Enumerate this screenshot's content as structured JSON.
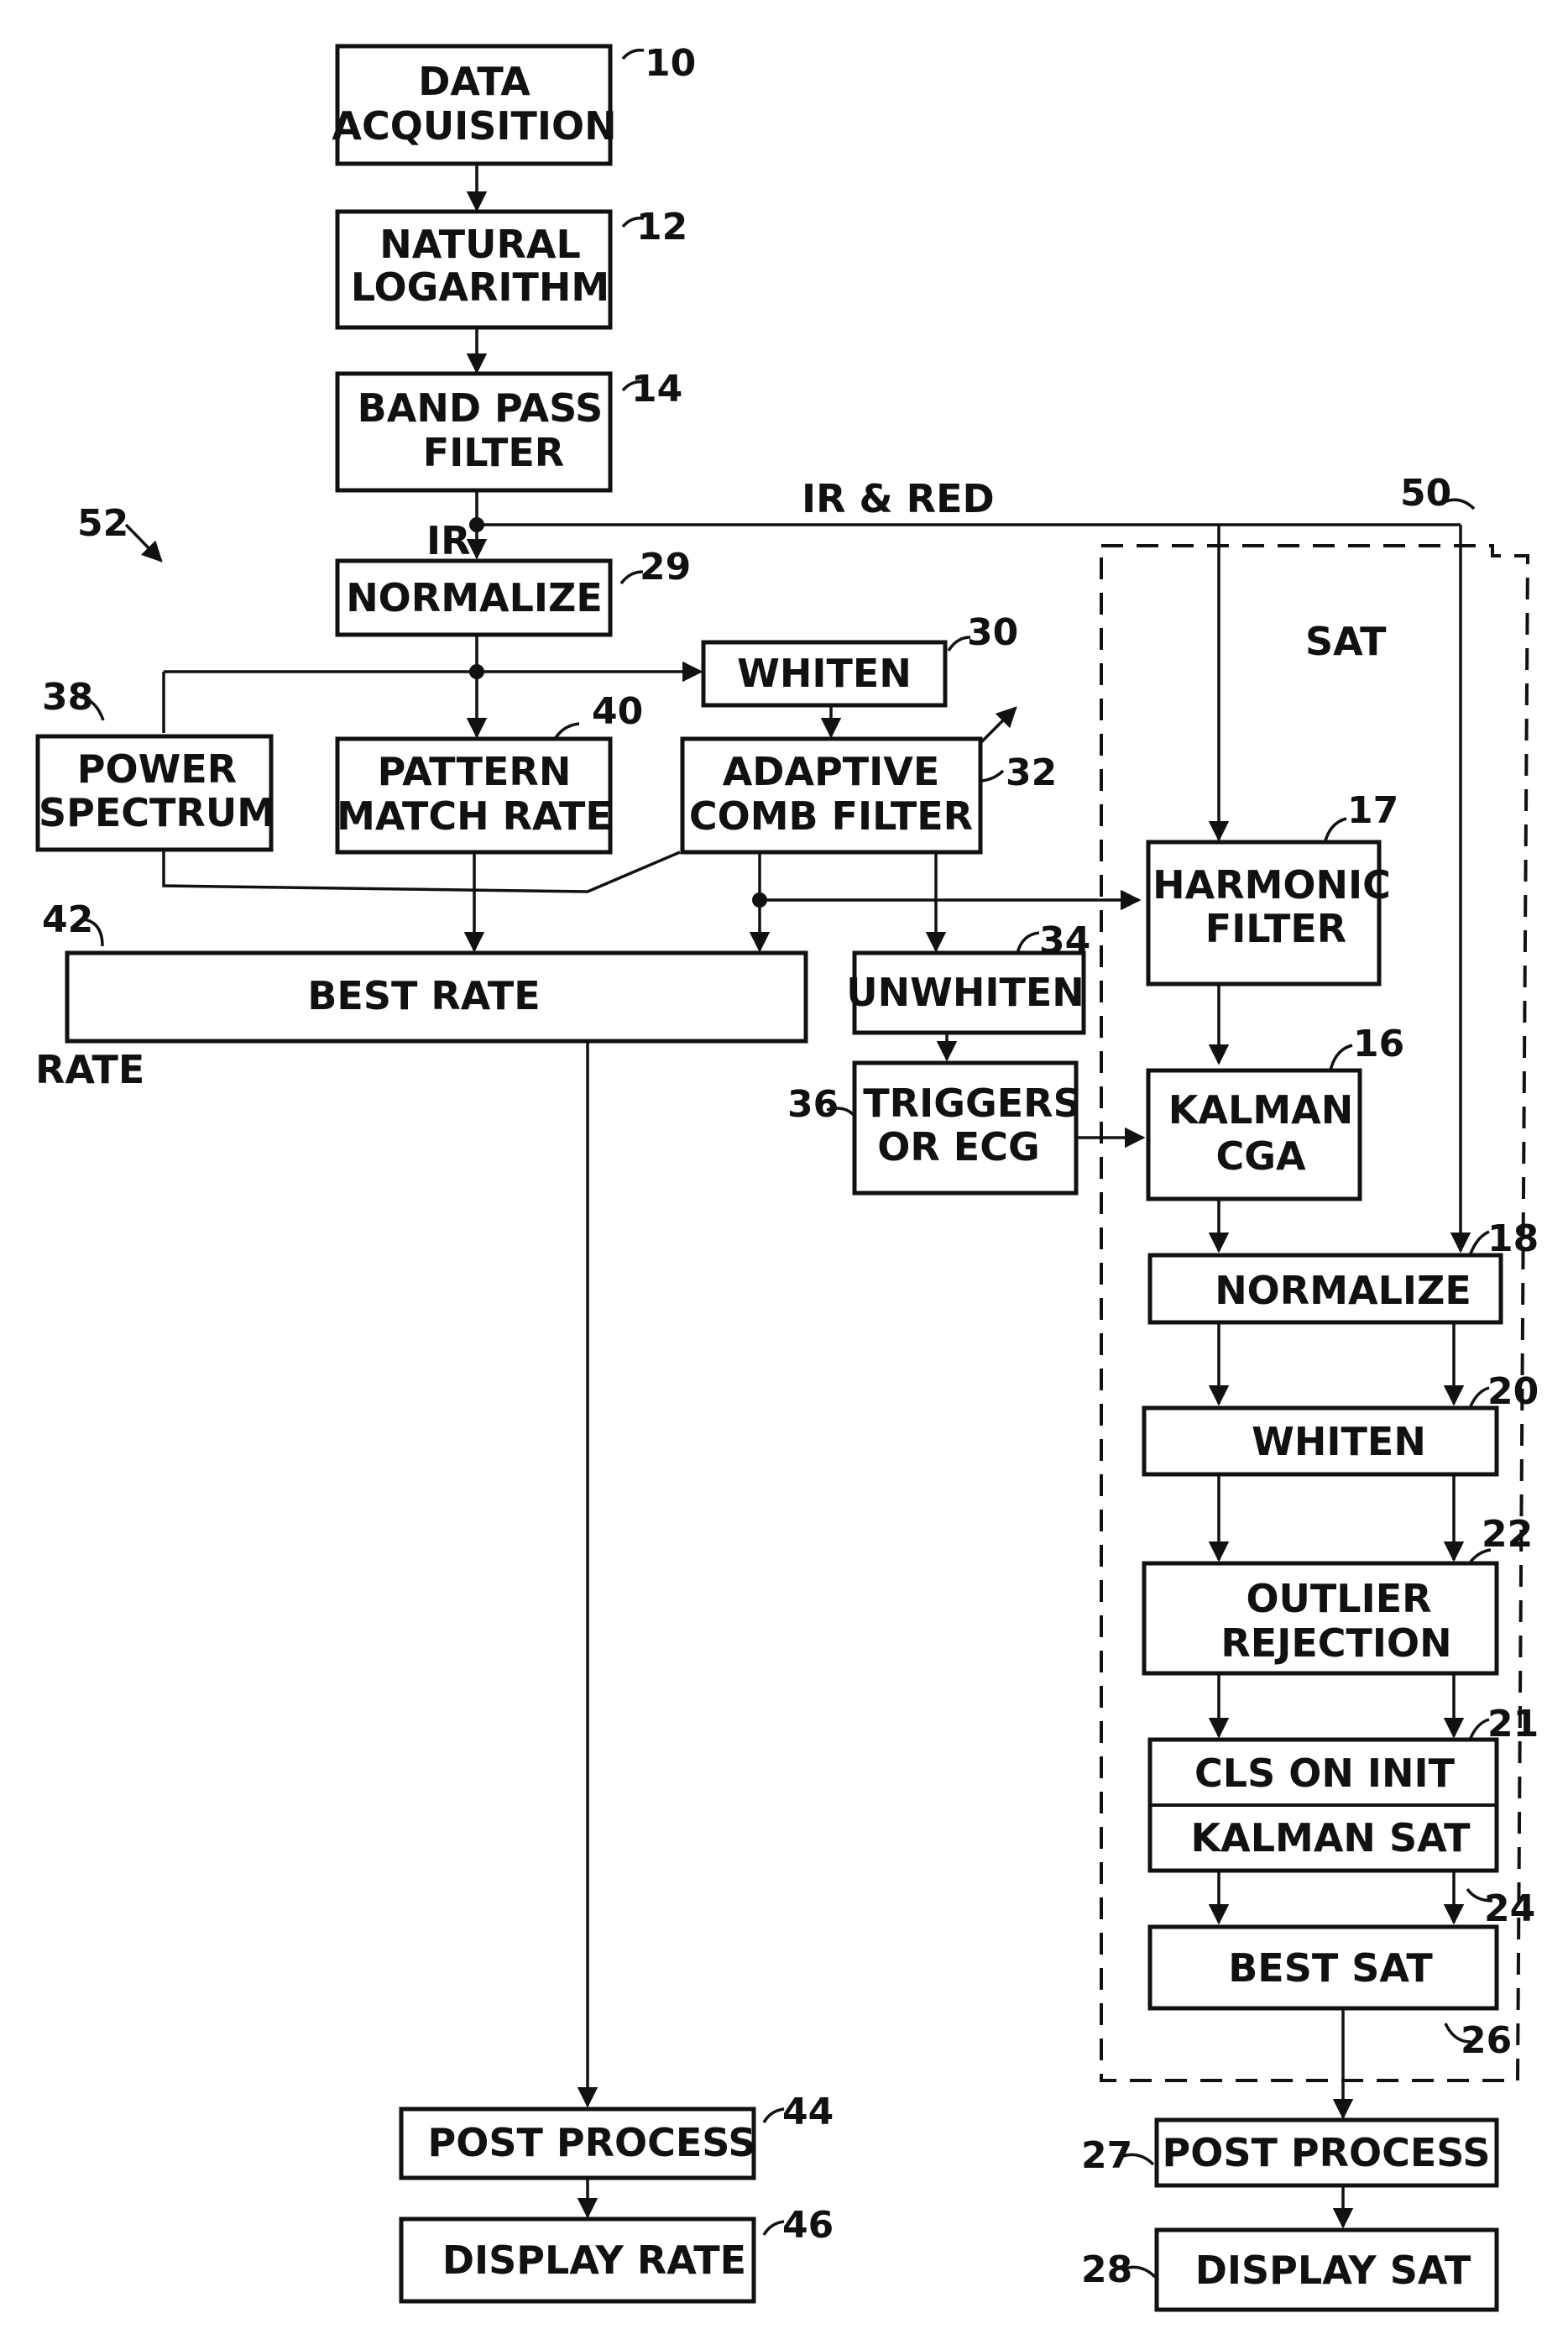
{
  "blocks": {
    "data_acquisition": [
      "DATA",
      "ACQUISITION"
    ],
    "natural_logarithm": [
      "NATURAL",
      "LOGARITHM"
    ],
    "band_pass_filter": [
      "BAND PASS",
      "FILTER"
    ],
    "normalize_ir": "NORMALIZE",
    "whiten_30": "WHITEN",
    "power_spectrum": [
      "POWER",
      "SPECTRUM"
    ],
    "pattern_match_rate": [
      "PATTERN",
      "MATCH RATE"
    ],
    "adaptive_comb_filter": [
      "ADAPTIVE",
      "COMB FILTER"
    ],
    "best_rate": "BEST RATE",
    "unwhiten": "UNWHITEN",
    "triggers_or_ecg": [
      "TRIGGERS",
      "OR ECG"
    ],
    "harmonic_filter": [
      "HARMONIC",
      "FILTER"
    ],
    "kalman_cga": [
      "KALMAN",
      "CGA"
    ],
    "normalize_18": "NORMALIZE",
    "whiten_20": "WHITEN",
    "outlier_rejection": [
      "OUTLIER",
      "REJECTION"
    ],
    "cls_on_init": "CLS ON INIT",
    "kalman_sat": "KALMAN SAT",
    "best_sat": "BEST SAT",
    "post_process_rate": "POST PROCESS",
    "display_rate": "DISPLAY RATE",
    "post_process_sat": "POST PROCESS",
    "display_sat": "DISPLAY SAT"
  },
  "labels": {
    "ir": "IR",
    "ir_and_red": "IR & RED",
    "sat": "SAT",
    "rate": "RATE"
  },
  "refs": {
    "r10": "10",
    "r12": "12",
    "r14": "14",
    "r29": "29",
    "r30": "30",
    "r38": "38",
    "r40": "40",
    "r32": "32",
    "r42": "42",
    "r34": "34",
    "r36": "36",
    "r17": "17",
    "r16": "16",
    "r18": "18",
    "r20": "20",
    "r22": "22",
    "r21": "21",
    "r24": "24",
    "r26": "26",
    "r44": "44",
    "r46": "46",
    "r27": "27",
    "r28": "28",
    "r50": "50",
    "r52": "52"
  }
}
